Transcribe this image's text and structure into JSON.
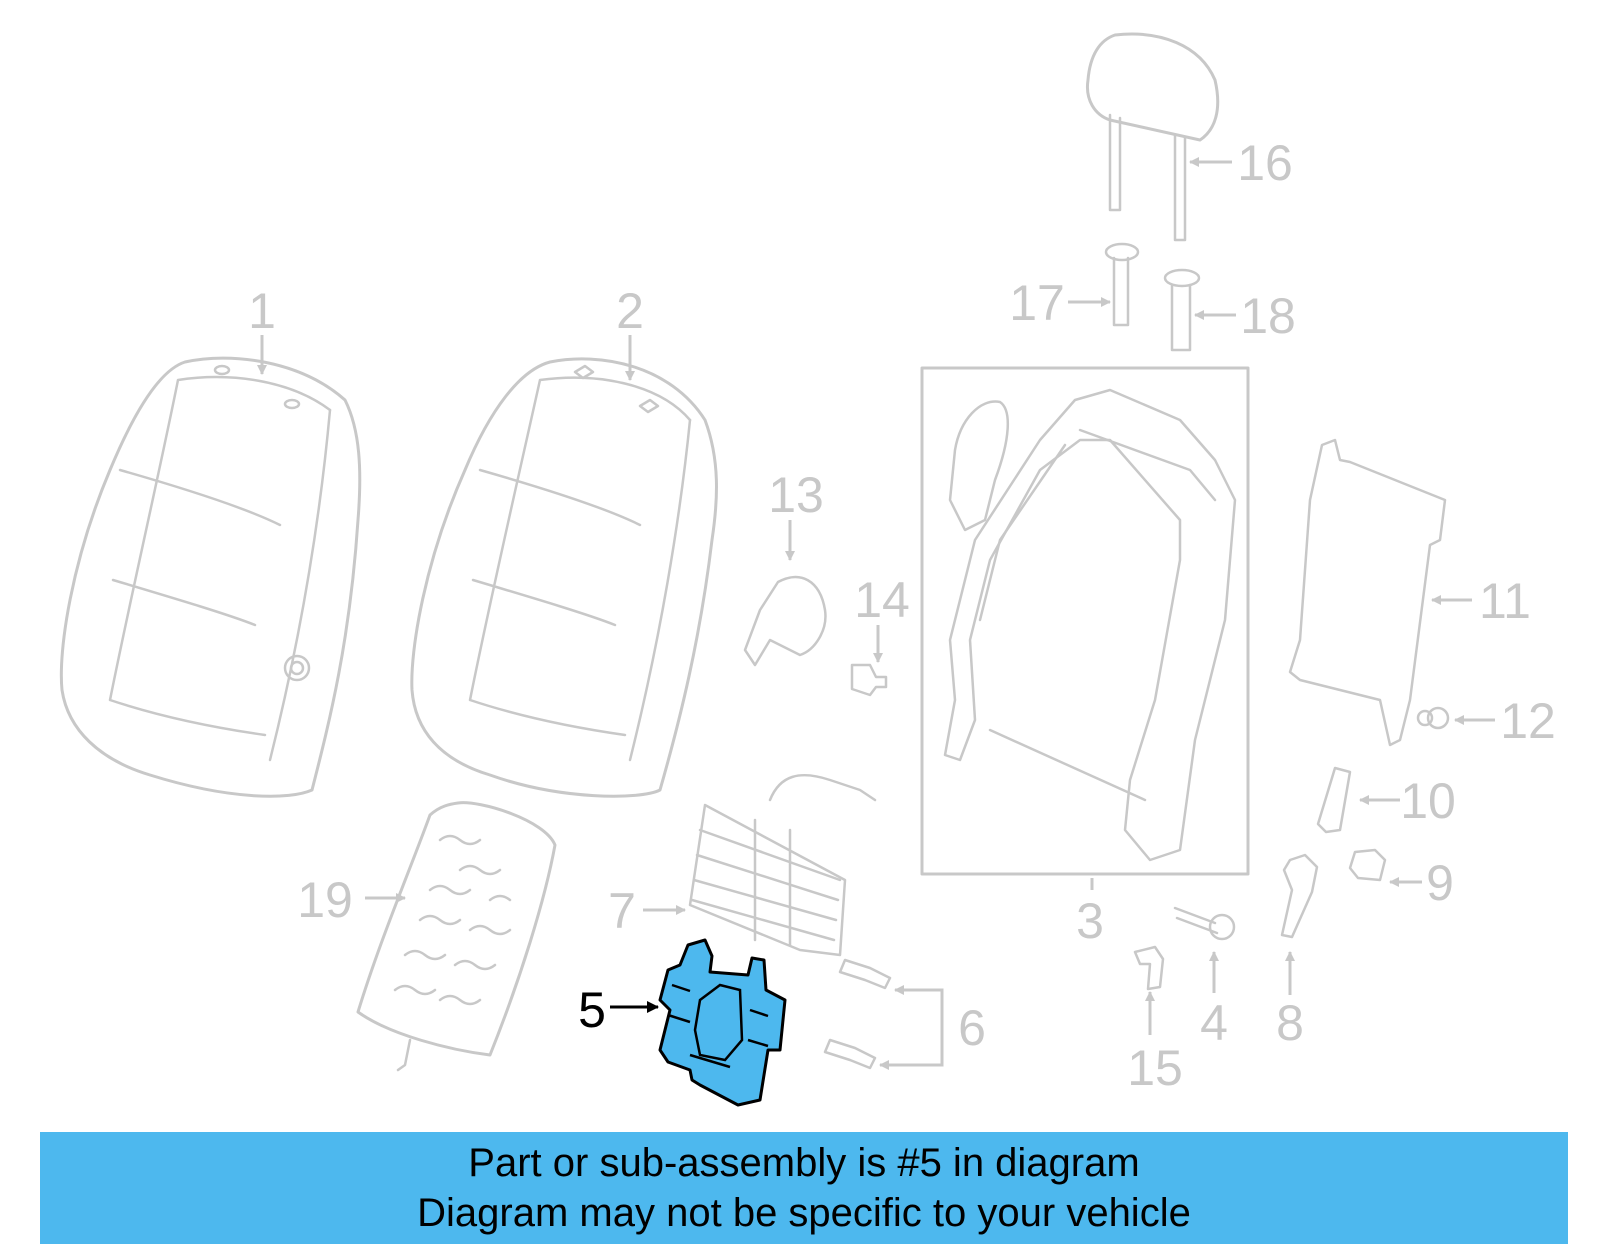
{
  "diagram": {
    "callouts": [
      "1",
      "2",
      "3",
      "4",
      "5",
      "6",
      "7",
      "8",
      "9",
      "10",
      "11",
      "12",
      "13",
      "14",
      "15",
      "16",
      "17",
      "18",
      "19"
    ],
    "highlighted": "5",
    "colors": {
      "line": "#c8c8c8",
      "highlight_fill": "#4db8ee",
      "highlight_text": "#000000",
      "banner": "#4db8ee"
    }
  },
  "banner": {
    "line1": "Part or sub-assembly is #5 in diagram",
    "line2": "Diagram may not be specific to your vehicle"
  }
}
